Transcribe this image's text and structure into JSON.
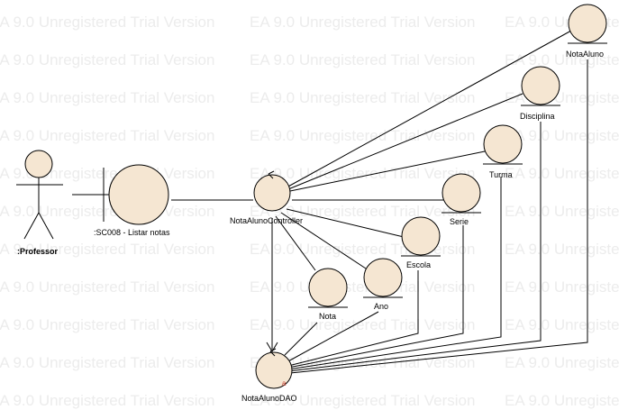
{
  "watermark": "EA 9.0 Unregistered Trial Version",
  "colors": {
    "node_fill": "#f5e6d2",
    "line": "#000000",
    "watermark": "#ececec",
    "marker": "#c0392b"
  },
  "actor": {
    "label": ":Professor"
  },
  "boundary": {
    "label": ":SC008 - Listar notas"
  },
  "controller": {
    "label": "NotaAlunoController"
  },
  "dao": {
    "label": "NotaAlunoDAO",
    "marker": "a"
  },
  "entities": [
    {
      "id": "nota_aluno",
      "label": "NotaAluno"
    },
    {
      "id": "disciplina",
      "label": "Disciplina"
    },
    {
      "id": "turma",
      "label": "Turma"
    },
    {
      "id": "serie",
      "label": "Serie"
    },
    {
      "id": "escola",
      "label": "Escola"
    },
    {
      "id": "ano",
      "label": "Ano"
    },
    {
      "id": "nota",
      "label": "Nota"
    }
  ]
}
